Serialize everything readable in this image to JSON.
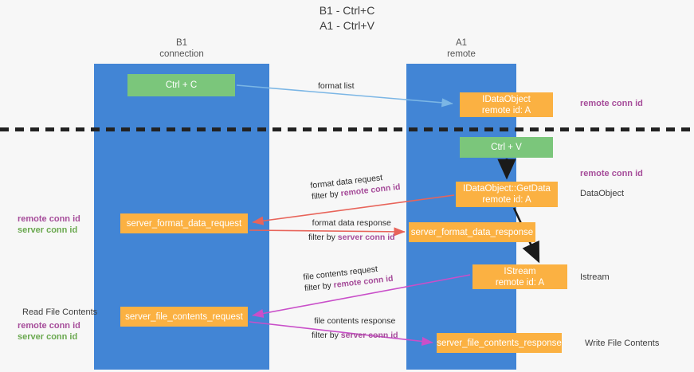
{
  "title": {
    "line1": "B1 - Ctrl+C",
    "line2": "A1 - Ctrl+V"
  },
  "lanes": [
    {
      "name": "B1",
      "sublabel": "connection"
    },
    {
      "name": "A1",
      "sublabel": "remote"
    }
  ],
  "nodes": {
    "ctrl_c": {
      "label": "Ctrl + C",
      "color": "#7bc67b"
    },
    "idataobject": {
      "line1": "IDataObject",
      "line2": "remote id: A",
      "color": "#fbb142"
    },
    "ctrl_v": {
      "label": "Ctrl + V",
      "color": "#7bc67b"
    },
    "getdata": {
      "line1": "IDataObject::GetData",
      "line2": "remote id: A",
      "color": "#fbb142"
    },
    "server_format_data_request": {
      "label": "server_format_data_request",
      "color": "#fbb142"
    },
    "server_format_data_response": {
      "label": "server_format_data_response",
      "color": "#fbb142"
    },
    "istream": {
      "line1": "IStream",
      "line2": "remote id: A",
      "color": "#fbb142"
    },
    "server_file_contents_request": {
      "label": "server_file_contents_request",
      "color": "#fbb142"
    },
    "server_file_contents_response": {
      "label": "server_file_contents_response",
      "color": "#fbb142"
    }
  },
  "edge_labels": {
    "format_list": "format list",
    "format_data_request": "format data request",
    "format_data_request_filter_prefix": "filter by ",
    "format_data_request_filter_key": "remote conn id",
    "format_data_response": "format data response",
    "format_data_response_filter_prefix": "filter by ",
    "format_data_response_filter_key": "server conn id",
    "file_contents_request": "file contents request",
    "file_contents_request_filter_prefix": "filter by ",
    "file_contents_request_filter_key": "remote conn id",
    "file_contents_response": "file contents response",
    "file_contents_response_filter_prefix": "filter by ",
    "file_contents_response_filter_key": "server conn id"
  },
  "right_labels": {
    "remote_conn_id_top": "remote conn id",
    "remote_conn_id_mid": "remote conn id",
    "dataobject": "DataObject",
    "istream": "Istream",
    "write_file_contents": "Write File Contents"
  },
  "left_labels": {
    "legend_remote": "remote conn id",
    "legend_server": "server conn id",
    "read_file_contents": "Read File Contents",
    "legend2_remote": "remote conn id",
    "legend2_server": "server conn id"
  },
  "colors": {
    "lane": "#4285d5",
    "green_node": "#7bc67b",
    "orange_node": "#fbb142",
    "purple_text": "#a64d9a",
    "green_text": "#6aa84f",
    "arrow_blue": "#7bb6e5",
    "arrow_red": "#e8645a",
    "arrow_magenta": "#c94fc9",
    "arrow_black": "#1a1a1a",
    "background": "#f7f7f7"
  }
}
